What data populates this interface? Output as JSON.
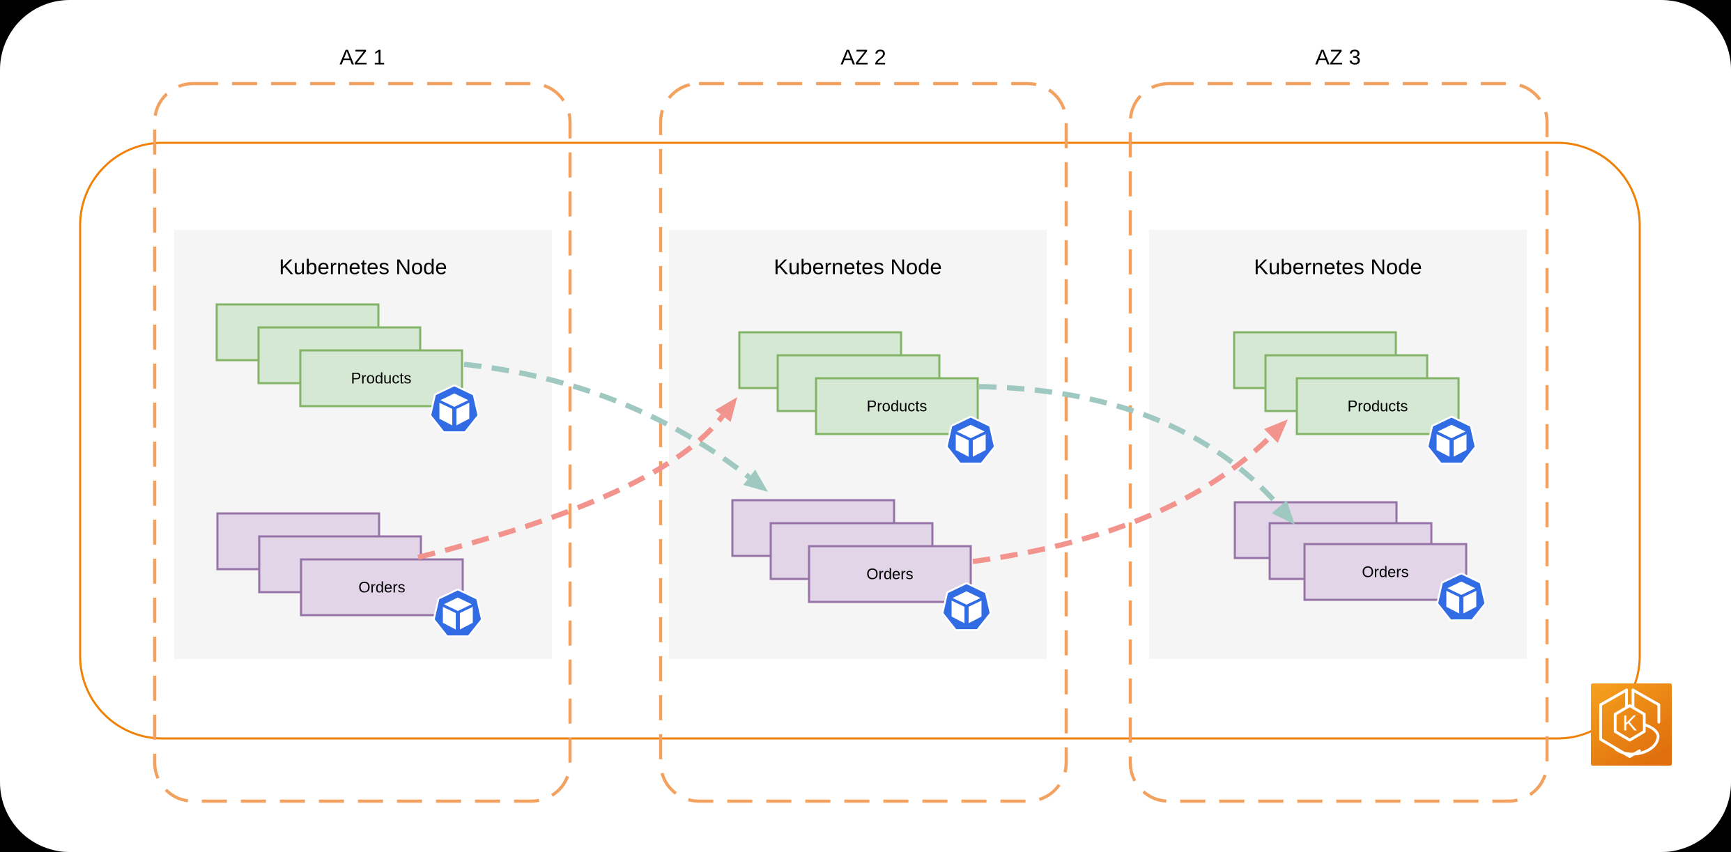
{
  "page": {
    "background": "#000000",
    "canvas": "#ffffff"
  },
  "colors": {
    "cluster_border": "#EF8106",
    "az_border": "#F3A15F",
    "node_fill": "#F5F5F5",
    "products_fill": "#D5E8D4",
    "products_border": "#82B366",
    "orders_fill": "#E1D5E7",
    "orders_border": "#9673A6",
    "teal_arrow": "#9EC8C0",
    "pink_arrow": "#F2938E",
    "k8s_blue": "#326CE5",
    "text": "#000000",
    "eks_gradient_start": "#F6A21F",
    "eks_gradient_end": "#E06F0C"
  },
  "zones": [
    {
      "label": "AZ 1"
    },
    {
      "label": "AZ 2"
    },
    {
      "label": "AZ 3"
    }
  ],
  "nodes": [
    {
      "title": "Kubernetes Node",
      "pods": [
        {
          "label": "Products"
        },
        {
          "label": "Orders"
        }
      ]
    },
    {
      "title": "Kubernetes Node",
      "pods": [
        {
          "label": "Products"
        },
        {
          "label": "Orders"
        }
      ]
    },
    {
      "title": "Kubernetes Node",
      "pods": [
        {
          "label": "Products"
        },
        {
          "label": "Orders"
        }
      ]
    }
  ],
  "icons": {
    "pod_icon": "kubernetes-pod-icon",
    "eks_icon": "eks-cluster-icon",
    "eks_letter": "K"
  },
  "connections": [
    {
      "from": "az1-products",
      "to": "az2-orders",
      "color": "teal"
    },
    {
      "from": "az1-orders",
      "to": "az2-products",
      "color": "pink"
    },
    {
      "from": "az2-products",
      "to": "az3-orders",
      "color": "teal"
    },
    {
      "from": "az2-orders",
      "to": "az3-products",
      "color": "pink"
    }
  ]
}
